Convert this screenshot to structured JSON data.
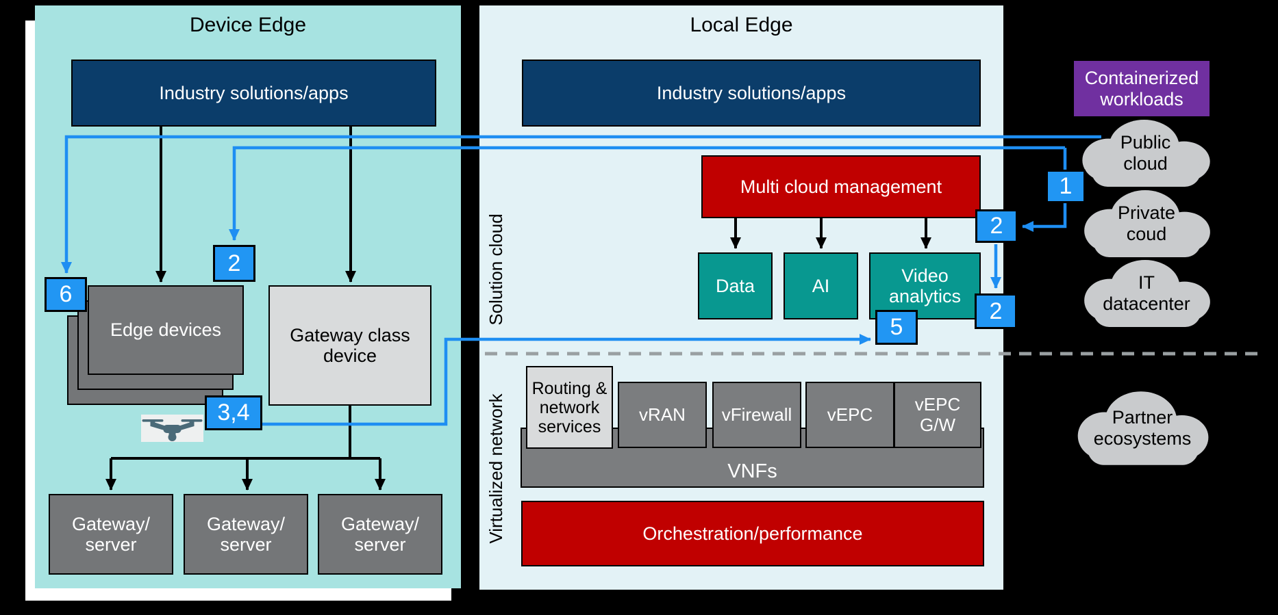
{
  "colors": {
    "background": "#000000",
    "device_panel": "#a7e3e1",
    "local_panel": "#e3f2f6",
    "navy": "#0b3d6a",
    "red": "#c00000",
    "teal": "#089890",
    "purple": "#7030a0",
    "gray_box": "#747678",
    "vnf_gray": "#7b7d7f",
    "light_gray": "#d9dbdc",
    "cloud_gray": "#c9cbcd",
    "accent_blue": "#1e8ef2",
    "dashed_gray": "#9aa0a2"
  },
  "device_edge": {
    "title": "Device Edge",
    "industry_label": "Industry solutions/apps",
    "edge_devices_label": "Edge devices",
    "gateway_class_label": "Gateway class\ndevice",
    "gateway_server_label": "Gateway/\nserver",
    "badge_6": "6",
    "badge_2": "2",
    "badge_34": "3,4"
  },
  "local_edge": {
    "title": "Local Edge",
    "industry_label": "Industry solutions/apps",
    "multi_cloud_label": "Multi cloud management",
    "section_solution_cloud": "Solution cloud",
    "section_virtualized_network": "Virtualized network",
    "data_label": "Data",
    "ai_label": "AI",
    "video_label": "Video\nanalytics",
    "routing_label": "Routing &\nnetwork\nservices",
    "vnf_items": [
      "vRAN",
      "vFirewall",
      "vEPC",
      "vEPC\nG/W"
    ],
    "vnfs_label": "VNFs",
    "orchestration_label": "Orchestration/performance",
    "badge_5": "5",
    "badge_2a": "2",
    "badge_2b": "2"
  },
  "right_column": {
    "containerized_label": "Containerized\nworkloads",
    "badge_1": "1",
    "clouds": [
      "Public\ncloud",
      "Private\ncoud",
      "IT\ndatacenter",
      "Partner\necosystems"
    ]
  }
}
